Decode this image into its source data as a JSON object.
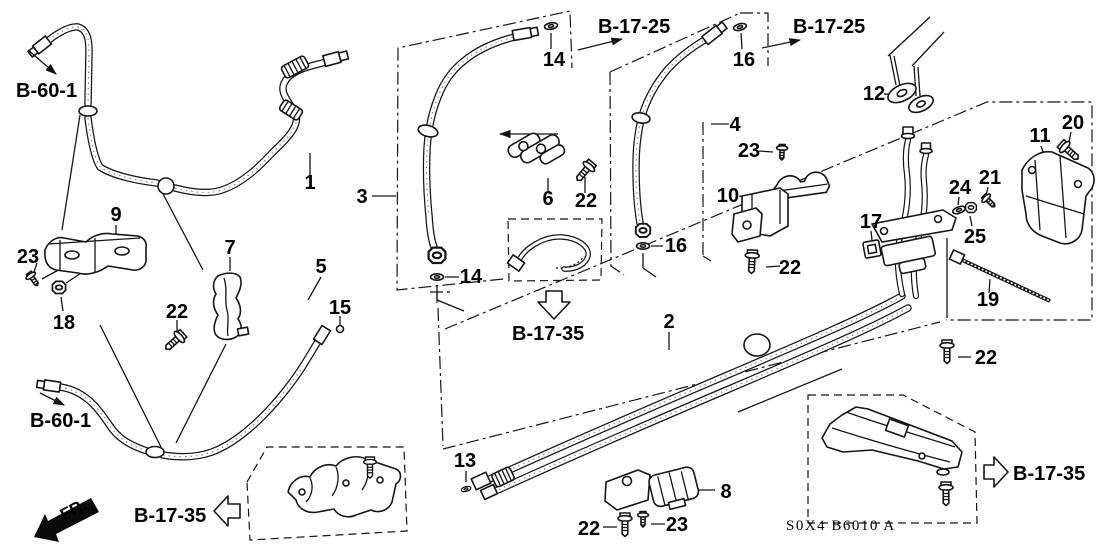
{
  "diagram": {
    "part_code": "S0X4 B6010 A",
    "front_label": "FR."
  },
  "refs": {
    "b60_top": "B-60-1",
    "b60_bottom": "B-60-1",
    "b1725_left": "B-17-25",
    "b1725_right": "B-17-25",
    "b1735_center": "B-17-35",
    "b1735_bottom_left": "B-17-35",
    "b1735_bottom_right": "B-17-35"
  },
  "callouts": [
    {
      "label": "1"
    },
    {
      "label": "3"
    },
    {
      "label": "5"
    },
    {
      "label": "7"
    },
    {
      "label": "9"
    },
    {
      "label": "23"
    },
    {
      "label": "18"
    },
    {
      "label": "22"
    },
    {
      "label": "15"
    },
    {
      "label": "14"
    },
    {
      "label": "6"
    },
    {
      "label": "22"
    },
    {
      "label": "16"
    },
    {
      "label": "4"
    },
    {
      "label": "14"
    },
    {
      "label": "16"
    },
    {
      "label": "2"
    },
    {
      "label": "13"
    },
    {
      "label": "8"
    },
    {
      "label": "22"
    },
    {
      "label": "23"
    },
    {
      "label": "12"
    },
    {
      "label": "10"
    },
    {
      "label": "23"
    },
    {
      "label": "22"
    },
    {
      "label": "17"
    },
    {
      "label": "11"
    },
    {
      "label": "20"
    },
    {
      "label": "21"
    },
    {
      "label": "24"
    },
    {
      "label": "25"
    },
    {
      "label": "19"
    },
    {
      "label": "22"
    }
  ]
}
